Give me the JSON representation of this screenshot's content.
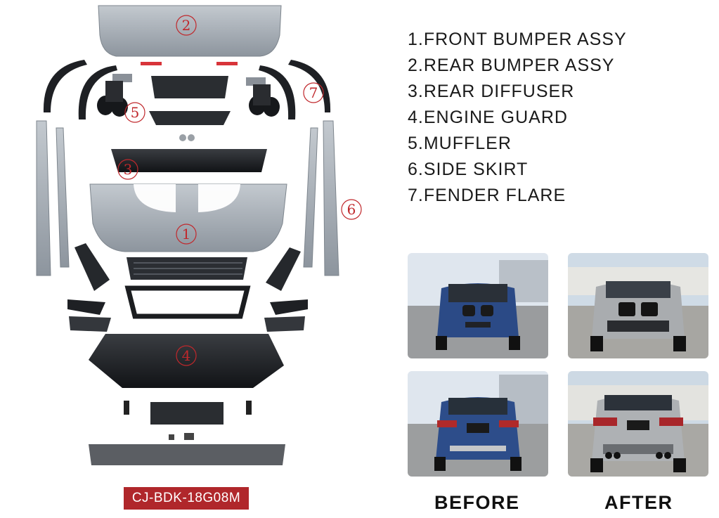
{
  "parts_list": [
    "1.FRONT BUMPER ASSY",
    "2.REAR BUMPER ASSY",
    "3.REAR DIFFUSER",
    "4.ENGINE GUARD",
    "5.MUFFLER",
    "6.SIDE SKIRT",
    "7.FENDER FLARE"
  ],
  "callouts": {
    "c1": "1",
    "c2": "2",
    "c3": "3",
    "c4": "4",
    "c5": "5",
    "c6": "6",
    "c7": "7"
  },
  "model_code": "CJ-BDK-18G08M",
  "comparison": {
    "before_label": "BEFORE",
    "after_label": "AFTER"
  },
  "colors": {
    "badge": "#b0272b",
    "callout": "#c0282c",
    "part_grey": "#a9b0b8",
    "part_black": "#1b1d20"
  }
}
